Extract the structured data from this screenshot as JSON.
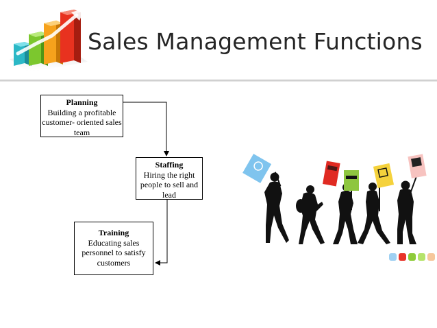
{
  "title": "Sales Management Functions",
  "functions": [
    {
      "heading": "Planning",
      "body": "Building a profitable customer- oriented sales team"
    },
    {
      "heading": "Staffing",
      "body": "Hiring the right people to sell and lead"
    },
    {
      "heading": "Training",
      "body": "Educating sales personnel to satisfy customers"
    }
  ],
  "colors": {
    "logo_bars": [
      "#2bb8c6",
      "#7cc72e",
      "#f6a21c",
      "#e8321f"
    ],
    "decor_dots": [
      "#9fd0f2",
      "#e8342a",
      "#8ecb3a",
      "#b5e36a",
      "#f6c79b"
    ],
    "signs": [
      "#7fc4ee",
      "#e02a22",
      "#8ec63f",
      "#f5d23c",
      "#f7c3c0"
    ]
  },
  "icons": [
    "bar-chart-logo-icon",
    "protester-silhouettes-illustration"
  ]
}
